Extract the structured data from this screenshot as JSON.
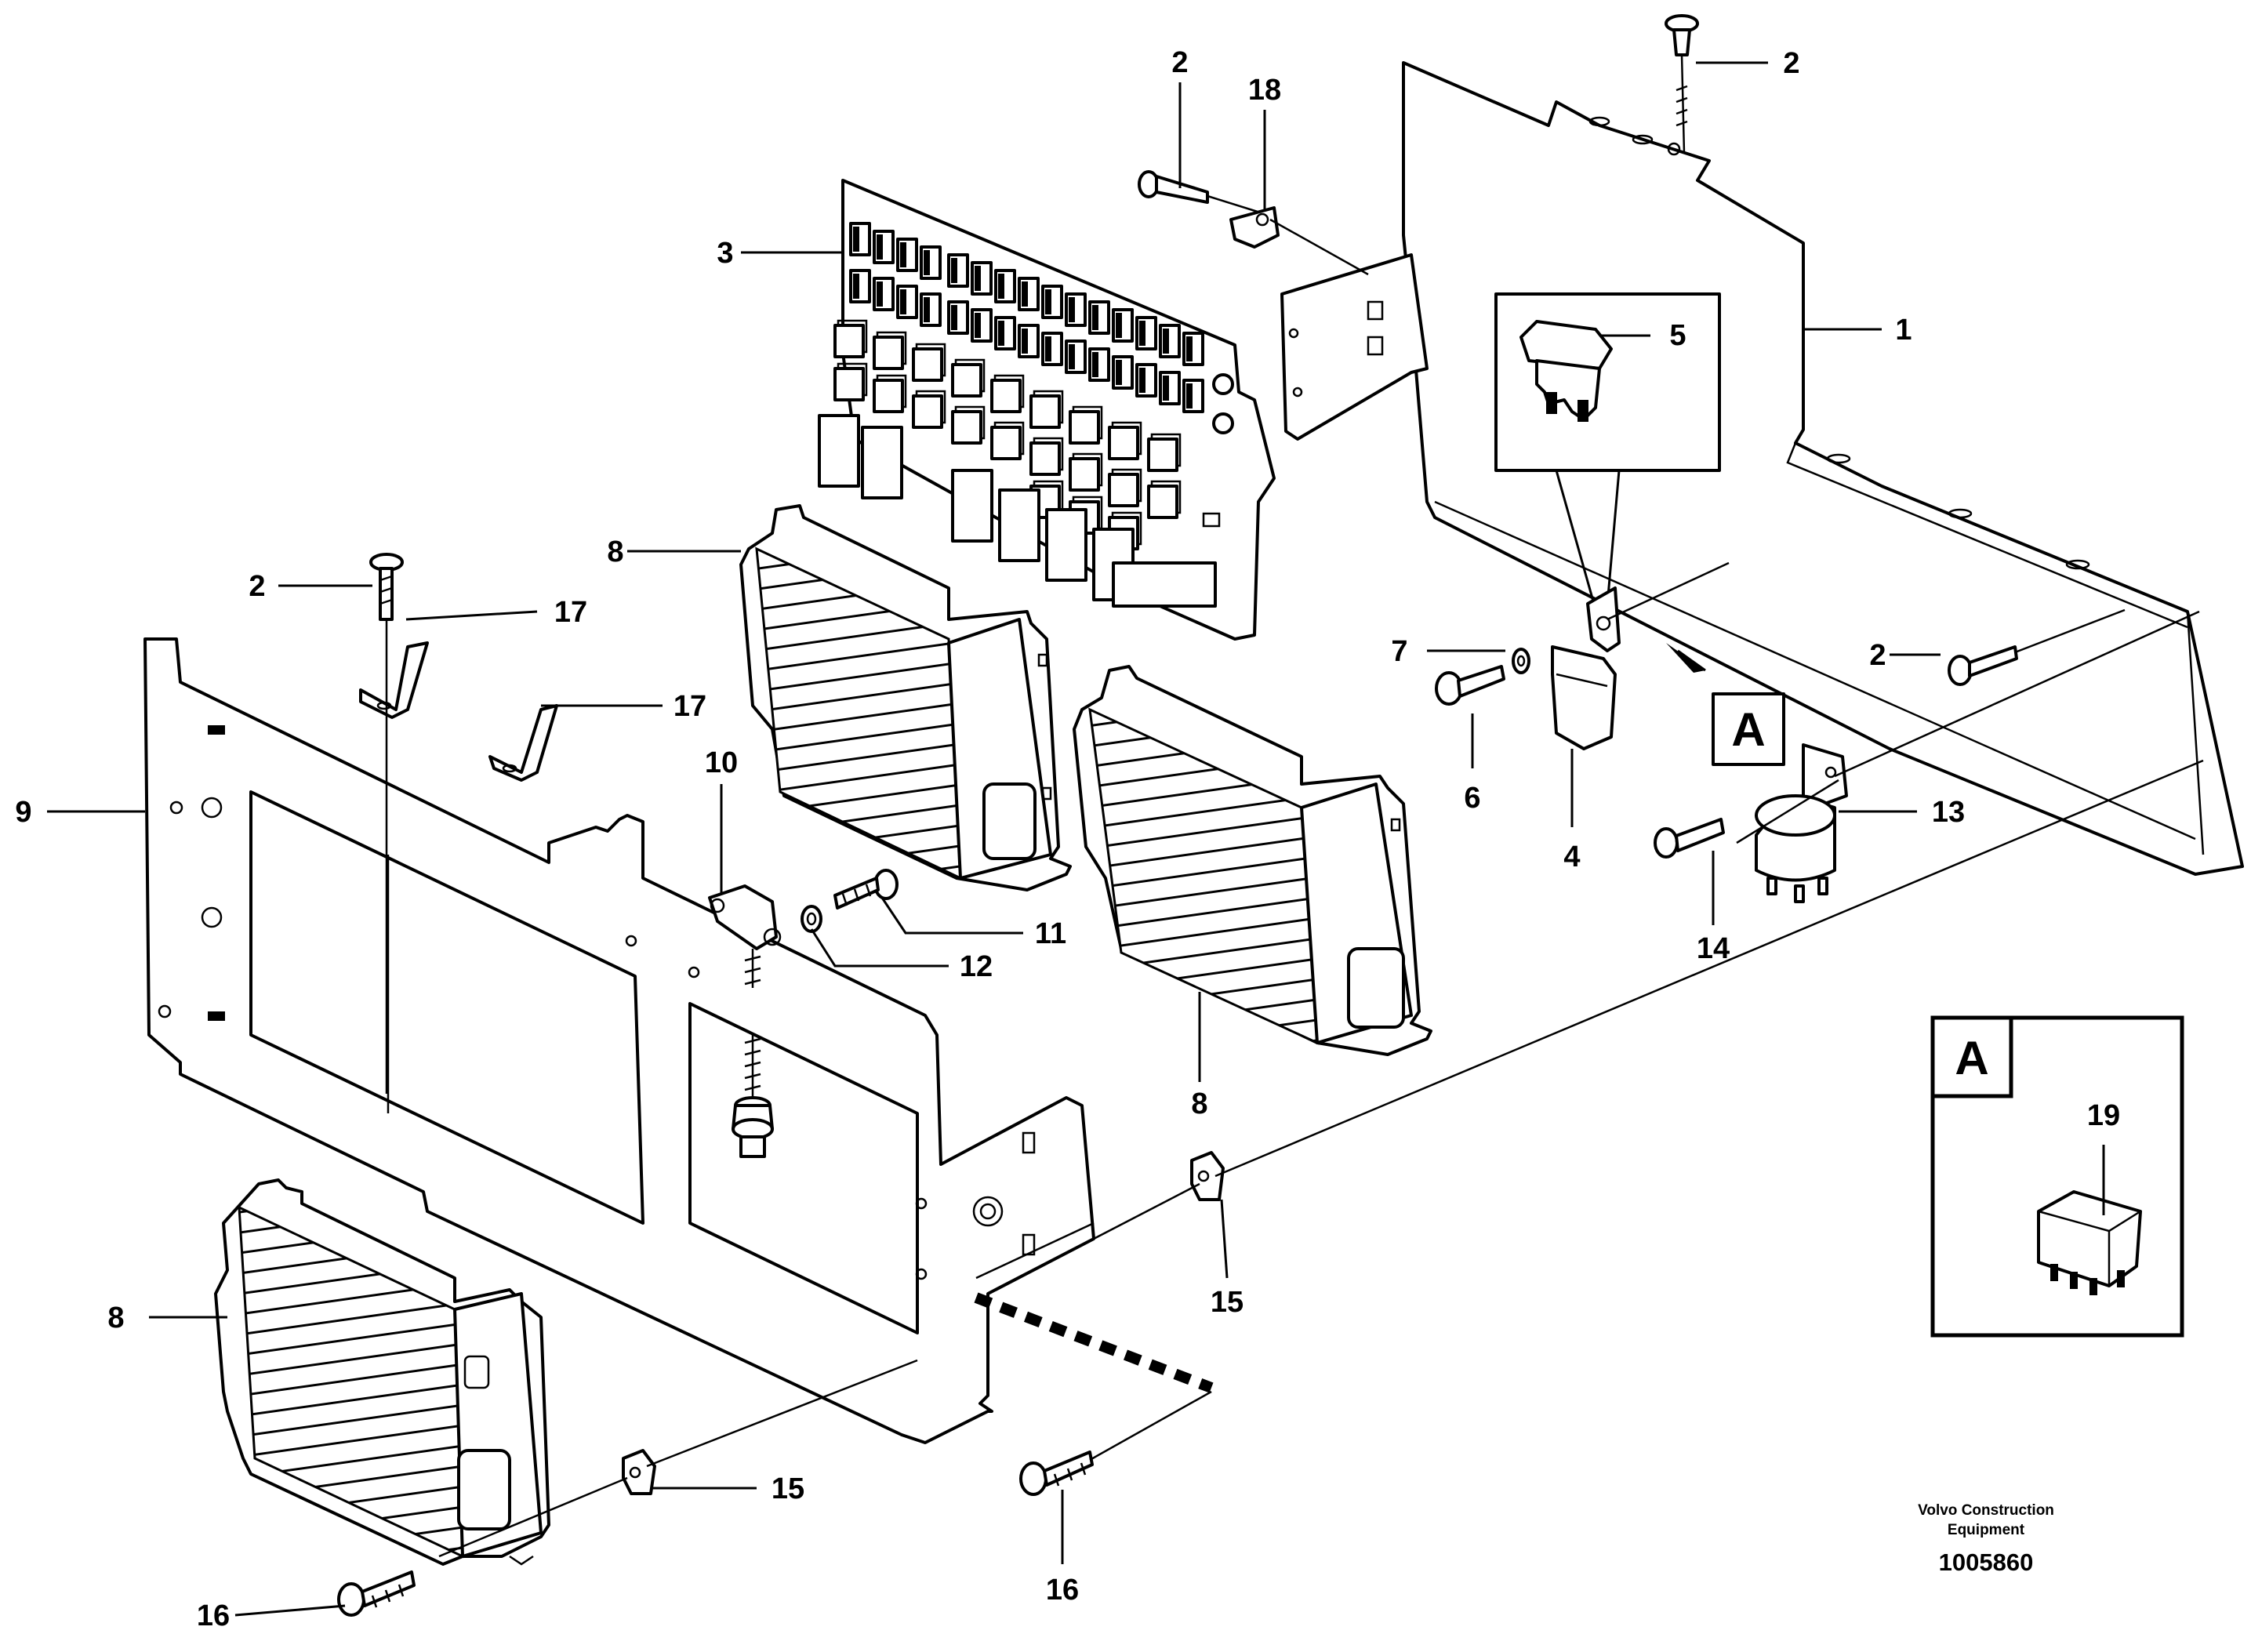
{
  "diagram": {
    "callouts": {
      "c1": "1",
      "c2a": "2",
      "c2b": "2",
      "c2c": "2",
      "c2d": "2",
      "c3": "3",
      "c4": "4",
      "c5": "5",
      "c6": "6",
      "c7": "7",
      "c8a": "8",
      "c8b": "8",
      "c8c": "8",
      "c9": "9",
      "c10": "10",
      "c11": "11",
      "c12": "12",
      "c13": "13",
      "c14": "14",
      "c15a": "15",
      "c15b": "15",
      "c16a": "16",
      "c16b": "16",
      "c17a": "17",
      "c17b": "17",
      "c18": "18",
      "c19": "19"
    },
    "view_marker": "A",
    "detail_view_label": "A",
    "credit_line1": "Volvo Construction",
    "credit_line2": "Equipment",
    "document_number": "1005860"
  }
}
